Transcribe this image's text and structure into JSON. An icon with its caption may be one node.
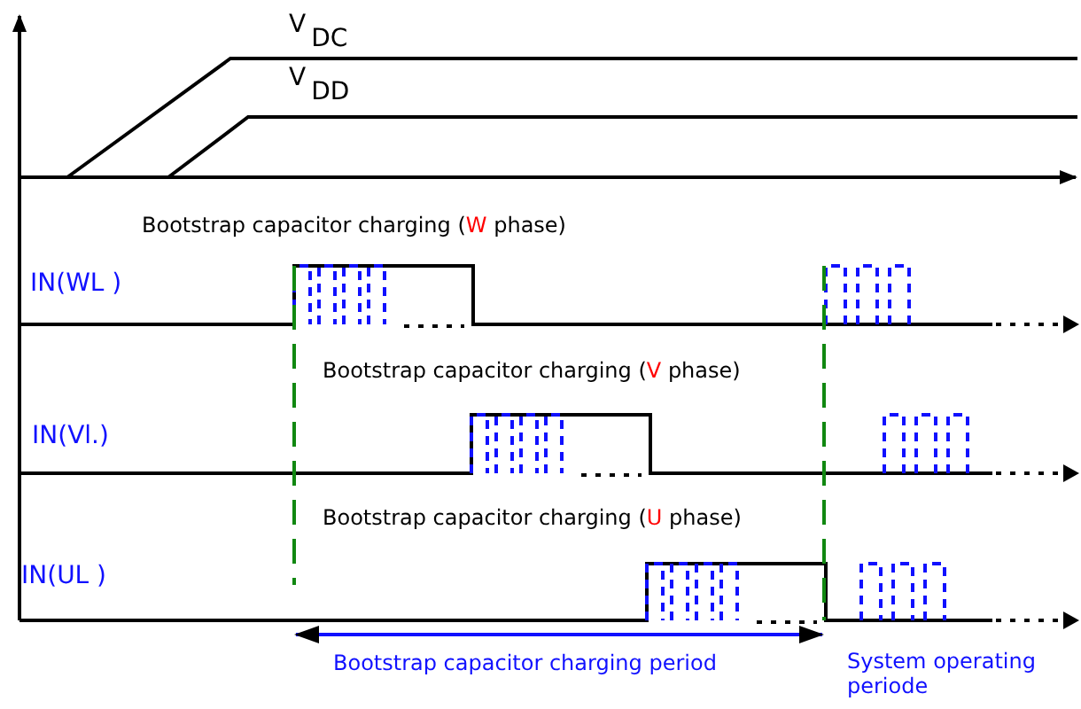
{
  "diagram": {
    "labels": [
      "V$_{DC}$",
      "V$_{DD}$",
      "Bootstrap capacitor charging (*W* phase)",
      "IN(WL )",
      "Bootstrap capacitor charging (*V* phase)",
      "IN(Vl.)",
      "Bootstrap capacitor charging (*U* phase)",
      "IN(UL )",
      "Bootstrap capacitor charging period",
      "System operating periode"
    ]
  }
}
